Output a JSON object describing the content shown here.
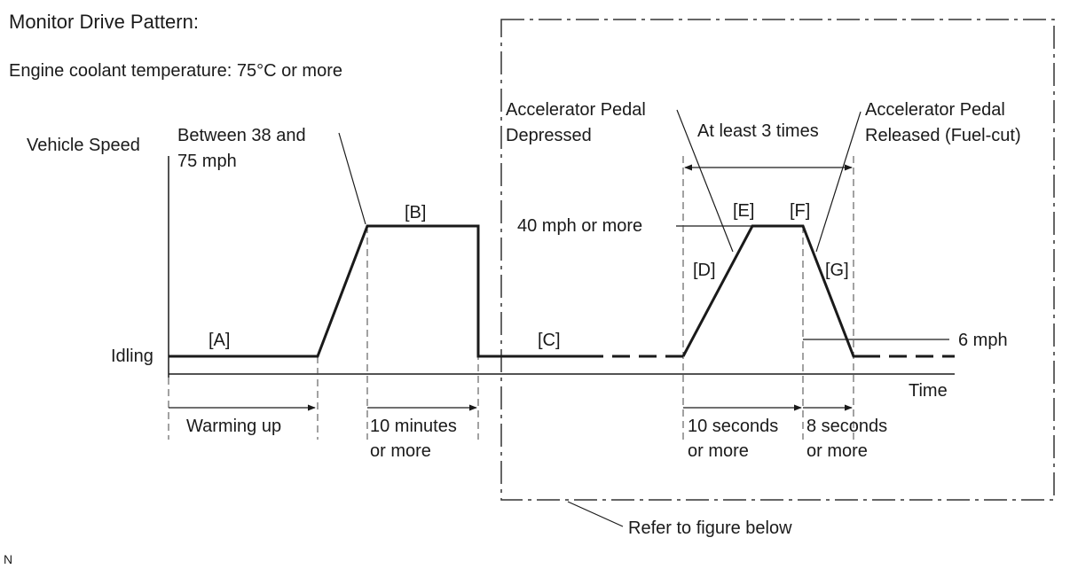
{
  "title": "Monitor Drive Pattern:",
  "condition": "Engine coolant temperature: 75°C or more",
  "axis": {
    "y_label": "Vehicle Speed",
    "x_label": "Time",
    "idling": "Idling"
  },
  "segments": {
    "a": "[A]",
    "b": "[B]",
    "c": "[C]",
    "d": "[D]",
    "e": "[E]",
    "f": "[F]",
    "g": "[G]"
  },
  "callouts": {
    "speed_range_line1": "Between 38 and",
    "speed_range_line2": "75 mph",
    "pedal_depressed_line1": "Accelerator Pedal",
    "pedal_depressed_line2": "Depressed",
    "repeat": "At least 3 times",
    "pedal_released_line1": "Accelerator Pedal",
    "pedal_released_line2": "Released (Fuel-cut)",
    "speed_40": "40 mph or more",
    "speed_6": "6 mph",
    "refer": "Refer to figure below"
  },
  "durations": {
    "warming_up": "Warming up",
    "ten_min_line1": "10 minutes",
    "ten_min_line2": "or more",
    "ten_sec_line1": "10 seconds",
    "ten_sec_line2": "or more",
    "eight_sec_line1": "8 seconds",
    "eight_sec_line2": "or more"
  },
  "corner_mark": "N"
}
